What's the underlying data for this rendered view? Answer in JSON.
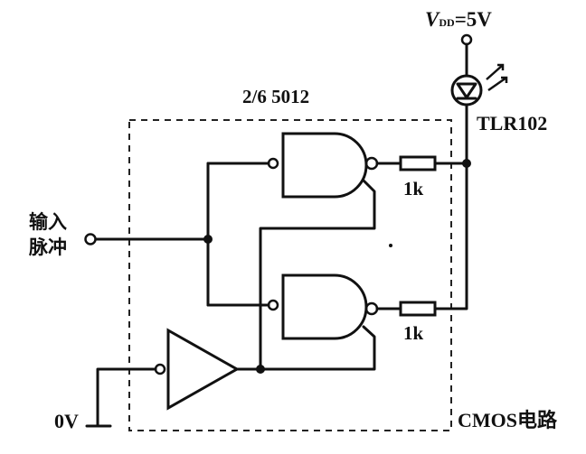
{
  "chip_label": "2/6  5012",
  "vdd_label": "V",
  "vdd_subscript": "DD",
  "vdd_value": "=5V",
  "led_label": "TLR102",
  "resistor_top_label": "1k",
  "resistor_bottom_label": "1k",
  "input_label_line1": "输入",
  "input_label_line2": "脉冲",
  "ground_label": "0V",
  "watermark_text": "CMOS电路"
}
